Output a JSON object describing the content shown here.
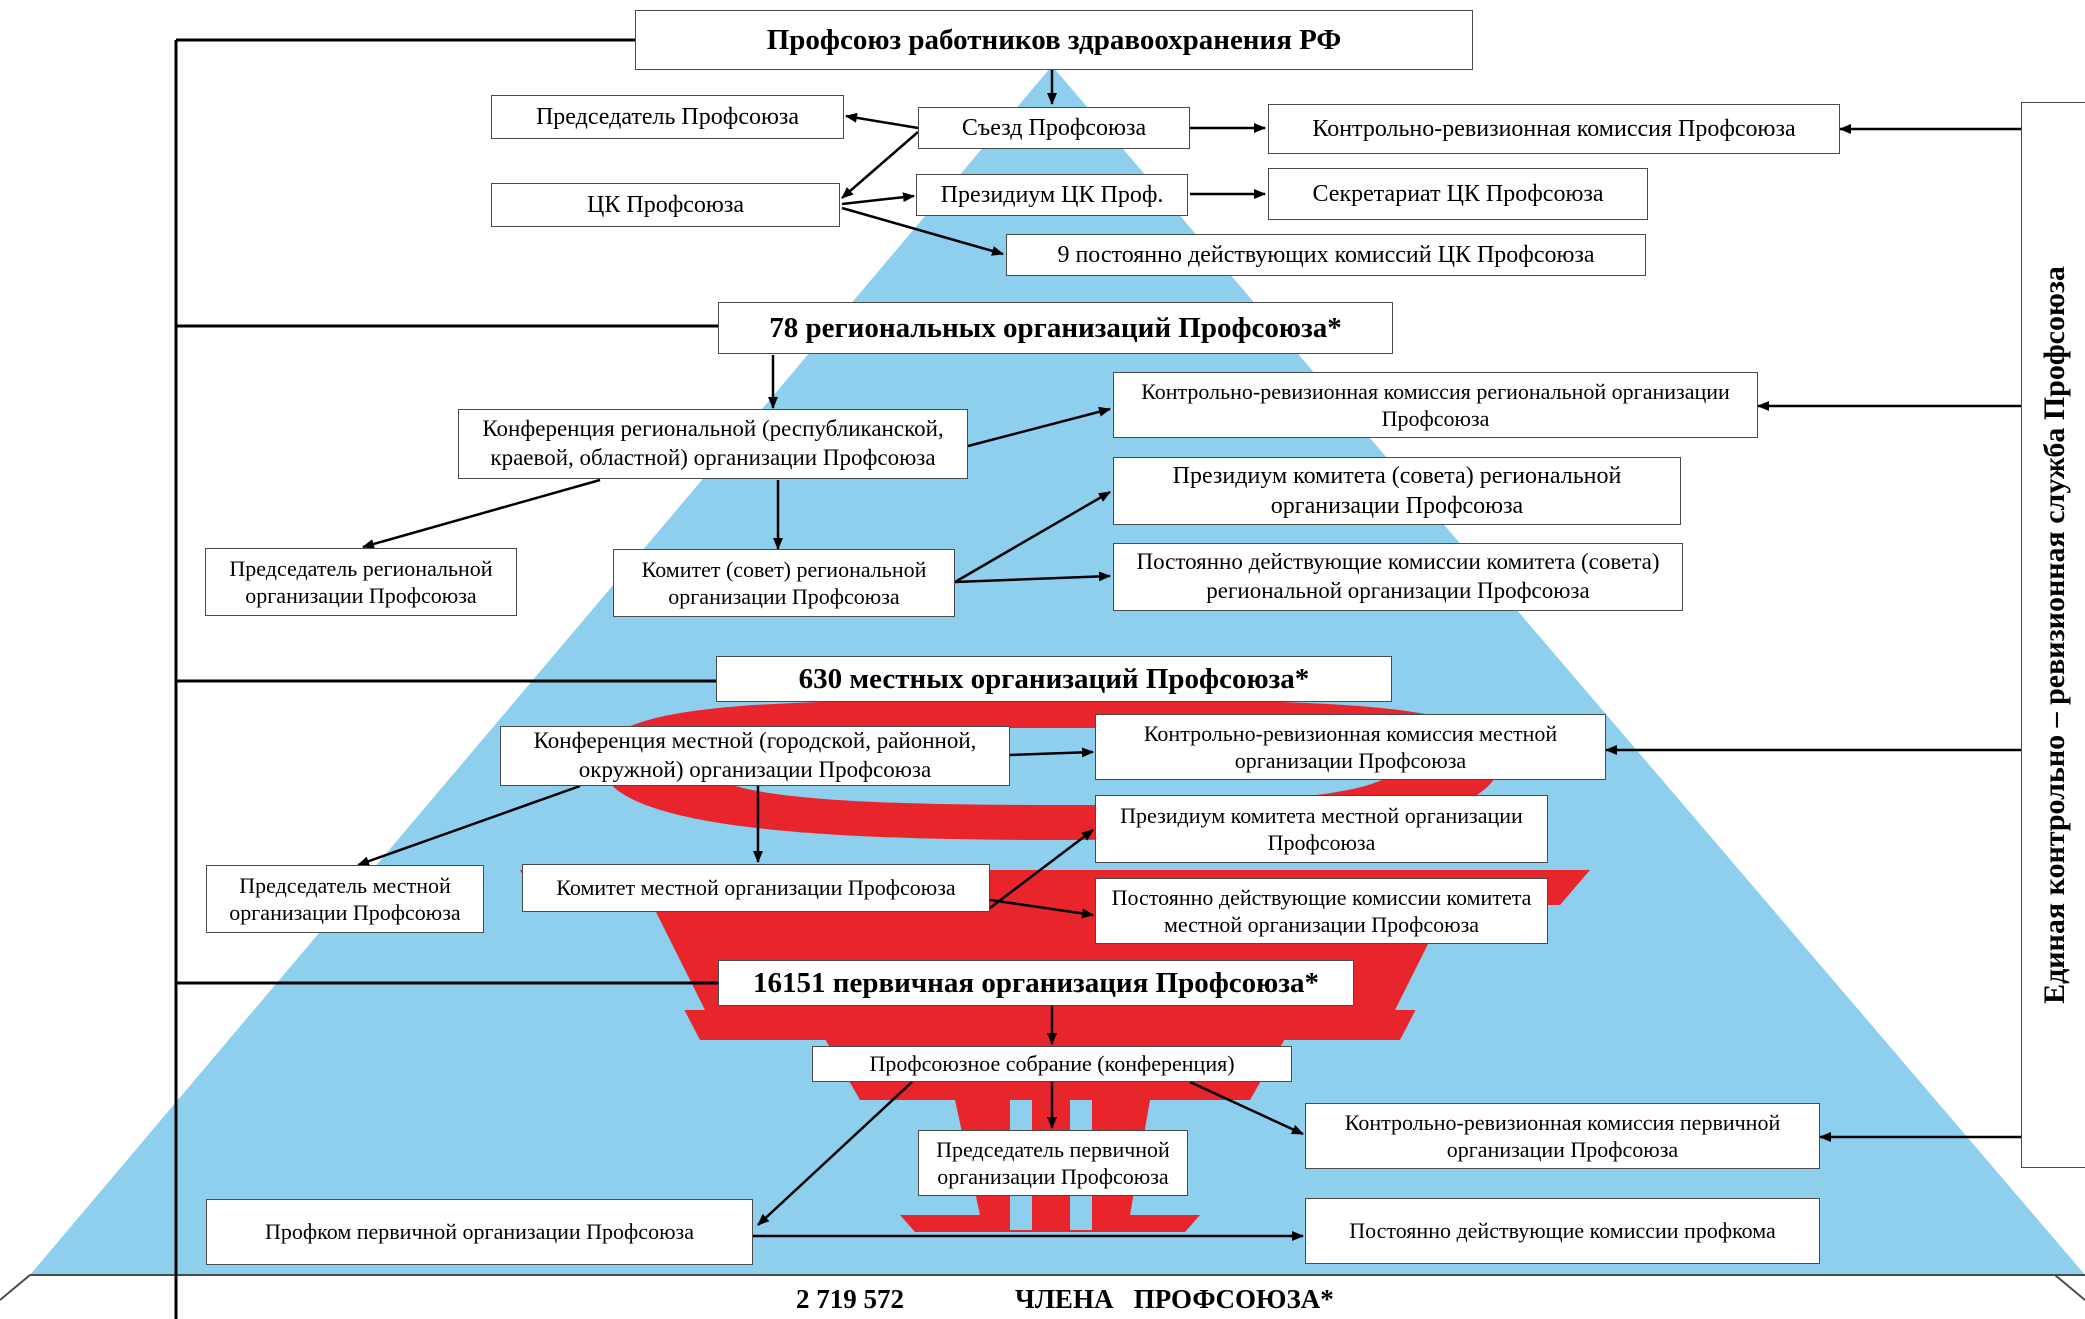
{
  "colors": {
    "pyramid": "#8ecfee",
    "emblem": "#e8252b",
    "border": "#4a4a4a",
    "text": "#000000"
  },
  "top": {
    "title": "Профсоюз работников здравоохранения РФ",
    "chairman": "Председатель Профсоюза",
    "congress": "Съезд Профсоюза",
    "audit": "Контрольно-ревизионная комиссия Профсоюза",
    "ck": "ЦК Профсоюза",
    "presidium": "Президиум ЦК Проф.",
    "secretariat": "Секретариат ЦК Профсоюза",
    "commissions": "9 постоянно действующих комиссий ЦК Профсоюза"
  },
  "regional": {
    "title": "78 региональных организаций Профсоюза*",
    "conference": "Конференция региональной (республиканской, краевой, областной) организации Профсоюза",
    "audit": "Контрольно-ревизионная комиссия региональной организации Профсоюза",
    "presidium": "Президиум комитета (совета) региональной организации Профсоюза",
    "chairman": "Председатель региональной организации Профсоюза",
    "committee": "Комитет (совет) региональной организации Профсоюза",
    "commissions": "Постоянно действующие комиссии комитета (совета) региональной организации Профсоюза"
  },
  "local": {
    "title": "630 местных организаций Профсоюза*",
    "conference": "Конференция местной (городской, районной, окружной) организации Профсоюза",
    "audit": "Контрольно-ревизионная комиссия местной организации Профсоюза",
    "presidium": "Президиум комитета местной организации Профсоюза",
    "chairman": "Председатель местной организации Профсоюза",
    "committee": "Комитет местной организации Профсоюза",
    "commissions": "Постоянно действующие комиссии комитета местной организации Профсоюза"
  },
  "primary": {
    "title": "16151 первичная организация Профсоюза*",
    "meeting": "Профсоюзное собрание (конференция)",
    "chairman": "Председатель первичной организации Профсоюза",
    "audit": "Контрольно-ревизионная комиссия первичной организации Профсоюза",
    "profcom": "Профком первичной организации Профсоюза",
    "commissions": "Постоянно действующие комиссии профкома"
  },
  "side": {
    "service": "Единая контрольно – ревизионная служба Профсоюза"
  },
  "footer": {
    "count": "2 719 572",
    "members": "ЧЛЕНА   ПРОФСОЮЗА*"
  }
}
